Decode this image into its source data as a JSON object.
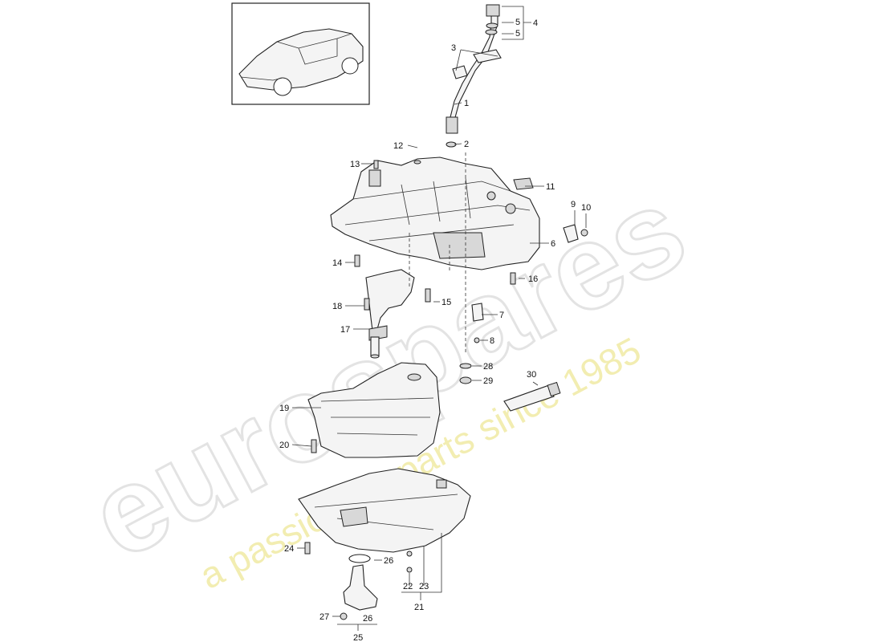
{
  "watermark": {
    "brand": "eurospares",
    "tagline": "a passion for parts since 1985"
  },
  "callouts": [
    {
      "id": "1",
      "text": "1"
    },
    {
      "id": "2",
      "text": "2"
    },
    {
      "id": "3",
      "text": "3"
    },
    {
      "id": "4",
      "text": "4"
    },
    {
      "id": "5a",
      "text": "5"
    },
    {
      "id": "5b",
      "text": "5"
    },
    {
      "id": "6",
      "text": "6"
    },
    {
      "id": "7",
      "text": "7"
    },
    {
      "id": "8",
      "text": "8"
    },
    {
      "id": "9",
      "text": "9"
    },
    {
      "id": "10",
      "text": "10"
    },
    {
      "id": "11",
      "text": "11"
    },
    {
      "id": "12",
      "text": "12"
    },
    {
      "id": "13",
      "text": "13"
    },
    {
      "id": "14",
      "text": "14"
    },
    {
      "id": "15",
      "text": "15"
    },
    {
      "id": "16",
      "text": "16"
    },
    {
      "id": "17",
      "text": "17"
    },
    {
      "id": "18",
      "text": "18"
    },
    {
      "id": "19",
      "text": "19"
    },
    {
      "id": "20",
      "text": "20"
    },
    {
      "id": "21",
      "text": "21"
    },
    {
      "id": "22",
      "text": "22"
    },
    {
      "id": "23",
      "text": "23"
    },
    {
      "id": "24",
      "text": "24"
    },
    {
      "id": "25",
      "text": "25"
    },
    {
      "id": "26a",
      "text": "26"
    },
    {
      "id": "26b",
      "text": "26"
    },
    {
      "id": "27",
      "text": "27"
    },
    {
      "id": "28",
      "text": "28"
    },
    {
      "id": "29",
      "text": "29"
    },
    {
      "id": "30",
      "text": "30"
    }
  ]
}
